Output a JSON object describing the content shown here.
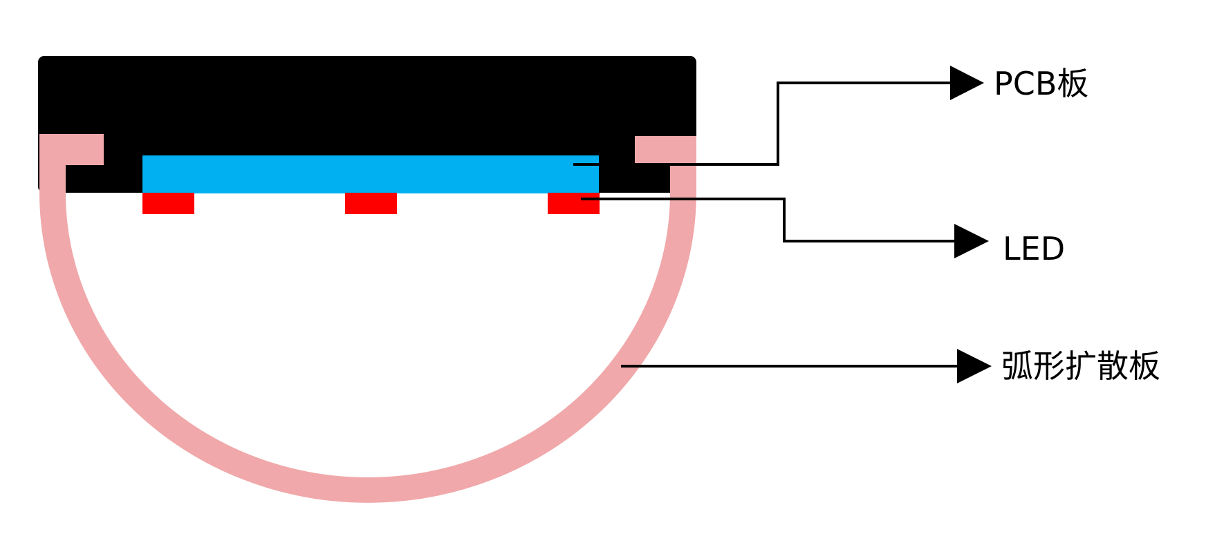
{
  "labels": {
    "pcb": "PCB板",
    "led": "LED",
    "diffuser": "弧形扩散板"
  },
  "colors": {
    "housing": "#000000",
    "pcb": "#00b0f0",
    "led": "#ff0000",
    "diffuser": "#f0a8aa",
    "leader": "#000000",
    "background": "#ffffff"
  },
  "components": {
    "led_count": 3
  }
}
